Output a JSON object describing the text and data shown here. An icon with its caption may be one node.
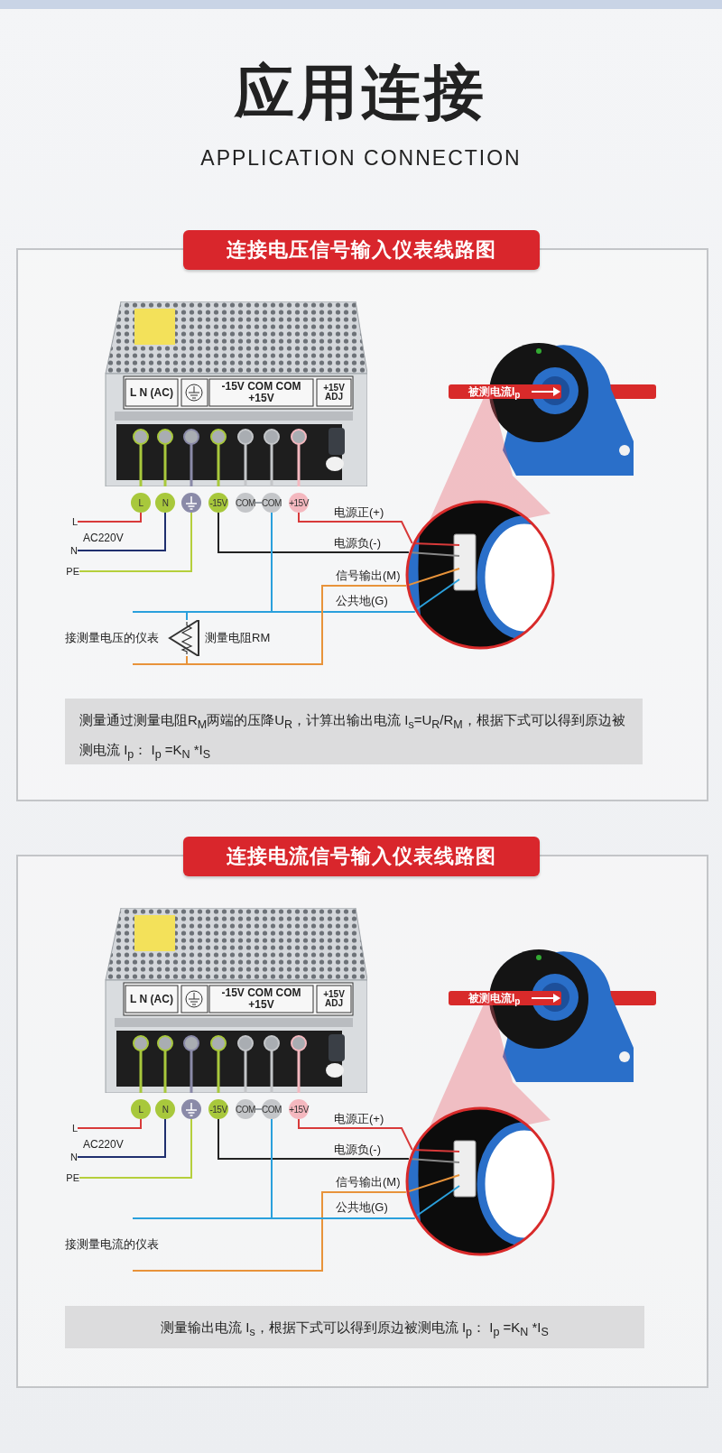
{
  "diagram": {
    "title": "应用连接",
    "nodes": [
      {
        "text": [
          "连接电压信号输入仪表线路图"
        ]
      },
      {
        "text": [
          "L N (AC)",
          "-15V COM COM +15V",
          "+15V ADJ"
        ],
        "in": 0
      },
      {
        "text": [
          "被测电流I$_{p}$"
        ],
        "in": 0
      },
      {
        "text": [
          "L"
        ],
        "in": 0
      },
      {
        "text": [
          "N"
        ],
        "in": 0
      },
      {
        "text": [],
        "shape": "circle",
        "in": 0
      },
      {
        "text": [
          "-15V"
        ],
        "in": 0
      },
      {
        "text": [
          "COM"
        ],
        "in": 0
      },
      {
        "text": [
          "COM"
        ],
        "in": 0
      },
      {
        "text": [
          "+15V"
        ],
        "in": 0
      },
      {
        "text": [
          "L"
        ],
        "in": 0
      },
      {
        "text": [
          "N"
        ],
        "in": 0
      },
      {
        "text": [
          "PE"
        ],
        "in": 0
      },
      {
        "text": [],
        "shape": "picture",
        "in": 0
      },
      {
        "text": [
          "接测量电压的仪表"
        ],
        "in": 0
      },
      {
        "text": [
          "测量电阻RM"
        ],
        "in": 0
      },
      {
        "text": [
          "测量通过测量电阻R$_{M}$两端的压降U$_{R}$，计算出输出电流 I$_{s}$=U$_{R}$/R$_{M}$，根据下式可以得到原边被测电流 I$_{p}$： I$_{p}$ =K$_{N}$ *I$_{S}$"
        ],
        "in": 0
      },
      {
        "text": [
          "连接电流信号输入仪表线路图"
        ]
      },
      {
        "text": [
          "L N (AC)",
          "-15V COM COM +15V",
          "+15V ADJ"
        ],
        "in": 17
      },
      {
        "text": [
          "被测电流I$_{p}$"
        ],
        "in": 17
      },
      {
        "text": [
          "L"
        ],
        "in": 17
      },
      {
        "text": [
          "N"
        ],
        "in": 17
      },
      {
        "text": [],
        "shape": "circle",
        "in": 17
      },
      {
        "text": [
          "-15V"
        ],
        "in": 17
      },
      {
        "text": [
          "COM"
        ],
        "in": 17
      },
      {
        "text": [
          "COM"
        ],
        "in": 17
      },
      {
        "text": [
          "+15V"
        ],
        "in": 17
      },
      {
        "text": [
          "L"
        ],
        "in": 17
      },
      {
        "text": [
          "N"
        ],
        "in": 17
      },
      {
        "text": [
          "PE"
        ],
        "in": 17
      },
      {
        "text": [],
        "shape": "picture",
        "in": 17
      },
      {
        "text": [
          "接测量电流的仪表"
        ],
        "in": 17
      },
      {
        "text": [
          "测量输出电流 I$_{s}$，根据下式可以得到原边被测电流 I$_{p}$： I$_{p}$ =K$_{N}$ *I$_{S}$"
        ],
        "in": 17
      }
    ],
    "edges": [
      {
        "from": 3,
        "to": 10,
        "arrow": "none",
        "color": "#d83a3a"
      },
      {
        "from": 4,
        "to": 11,
        "arrow": "none",
        "color": "#1f2f6e"
      },
      {
        "from": 5,
        "to": 12,
        "arrow": "none",
        "color": "#b5cf3c"
      },
      {
        "from": 9,
        "to": 13,
        "arrow": "none",
        "label": "电源正(+)",
        "color": "#d83a3a"
      },
      {
        "from": 6,
        "to": 13,
        "arrow": "none",
        "label": "电源负(-)",
        "color": "#222222"
      },
      {
        "from": 7,
        "to": 8,
        "arrow": "none",
        "color": "#9aa0a6"
      },
      {
        "from": 8,
        "to": 14,
        "arrow": "none",
        "color": "#2aa0dc"
      },
      {
        "from": 13,
        "to": 14,
        "arrow": "none",
        "label": "信号输出(M)",
        "color": "#e8933a"
      },
      {
        "from": 13,
        "to": 14,
        "arrow": "none",
        "label": "公共地(G)",
        "color": "#2aa0dc"
      },
      {
        "from": 8,
        "to": 15,
        "arrow": "none",
        "color": "#2aa0dc"
      },
      {
        "from": 13,
        "to": 15,
        "arrow": "none",
        "color": "#e8933a"
      },
      {
        "from": 20,
        "to": 27,
        "arrow": "none",
        "color": "#d83a3a"
      },
      {
        "from": 21,
        "to": 28,
        "arrow": "none",
        "color": "#1f2f6e"
      },
      {
        "from": 22,
        "to": 29,
        "arrow": "none",
        "color": "#b5cf3c"
      },
      {
        "from": 26,
        "to": 30,
        "arrow": "none",
        "label": "电源正(+)",
        "color": "#d83a3a"
      },
      {
        "from": 23,
        "to": 30,
        "arrow": "none",
        "label": "电源负(-)",
        "color": "#222222"
      },
      {
        "from": 24,
        "to": 25,
        "arrow": "none",
        "color": "#9aa0a6"
      },
      {
        "from": 25,
        "to": 31,
        "arrow": "none",
        "color": "#2aa0dc"
      },
      {
        "from": 30,
        "to": 31,
        "arrow": "none",
        "label": "信号输出(M)",
        "color": "#e8933a"
      },
      {
        "from": 30,
        "to": 31,
        "arrow": "none",
        "label": "公共地(G)",
        "color": "#2aa0dc"
      }
    ],
    "labels": [
      "APPLICATION CONNECTION",
      "AC220V",
      "AC220V"
    ]
  }
}
